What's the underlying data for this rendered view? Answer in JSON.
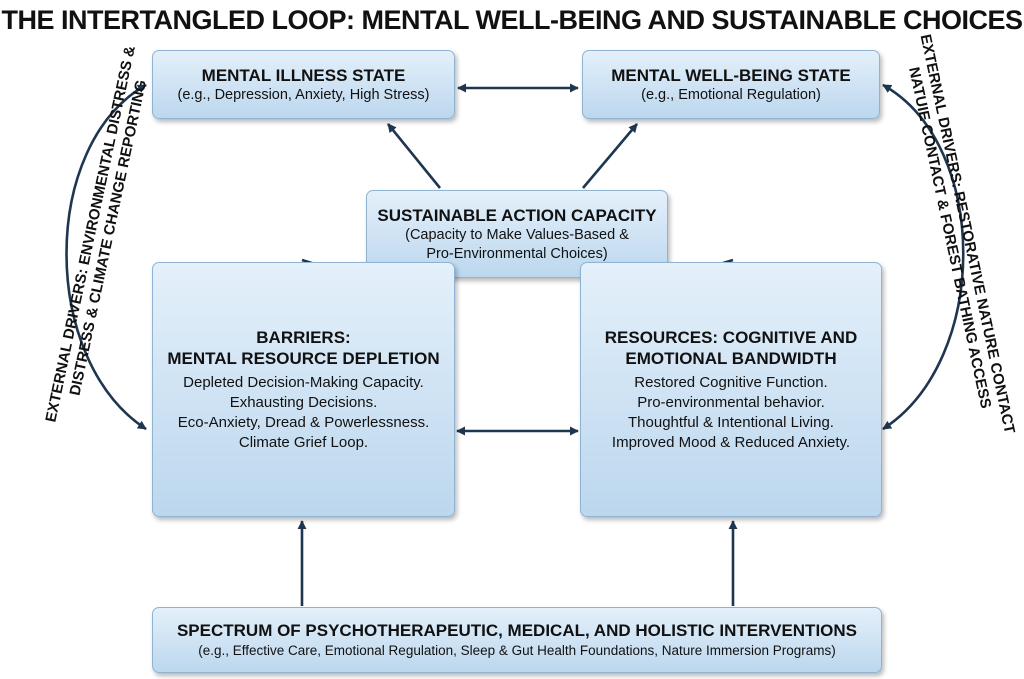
{
  "title": "THE INTERTANGLED LOOP: MENTAL WELL-BEING AND SUSTAINABLE CHOICES",
  "nodes": {
    "mental_illness": {
      "title": "MENTAL ILLNESS STATE",
      "subtitle": "(e.g., Depression, Anxiety, High Stress)"
    },
    "mental_wellbeing": {
      "title": "MENTAL WELL-BEING STATE",
      "subtitle": "(e.g., Emotional Regulation)"
    },
    "sustainable_action": {
      "title": "SUSTAINABLE ACTION CAPACITY",
      "lines": [
        "(Capacity to Make Values-Based &",
        "Pro-Environmental Choices)"
      ]
    },
    "barriers": {
      "title_lines": [
        "BARRIERS:",
        "MENTAL RESOURCE DEPLETION"
      ],
      "items": [
        "Depleted Decision-Making Capacity.",
        "Exhausting Decisions.",
        "Eco-Anxiety, Dread & Powerlessness.",
        "Climate Grief Loop."
      ]
    },
    "resources": {
      "title_lines": [
        "RESOURCES: COGNITIVE AND",
        "EMOTIONAL BANDWIDTH"
      ],
      "items": [
        "Restored Cognitive Function.",
        "Pro-environmental behavior.",
        "Thoughtful & Intentional Living.",
        "Improved Mood & Reduced Anxiety."
      ]
    },
    "interventions": {
      "title": "SPECTRUM OF PSYCHOTHERAPEUTIC, MEDICAL, AND HOLISTIC INTERVENTIONS",
      "subtitle": "(e.g., Effective Care, Emotional Regulation, Sleep & Gut Health Foundations, Nature Immersion Programs)"
    }
  },
  "drivers": {
    "left": [
      "EXTERNAL DRIVERS: ENVIRONMENTAL DISTRESS &",
      "DISTRESS & CLIMATE CHANGE REPORTING"
    ],
    "right": [
      "EXTERNAL DRIVERS: RESTORATIVE NATURE CONTACT",
      "NATUIE CONTACT & FOREST BATHING ACCESS"
    ]
  },
  "colors": {
    "box_top": "#e4f0fa",
    "box_bottom": "#bcd7ee",
    "box_border": "#8fb3d3",
    "arrow": "#1f3650",
    "text": "#111111"
  }
}
